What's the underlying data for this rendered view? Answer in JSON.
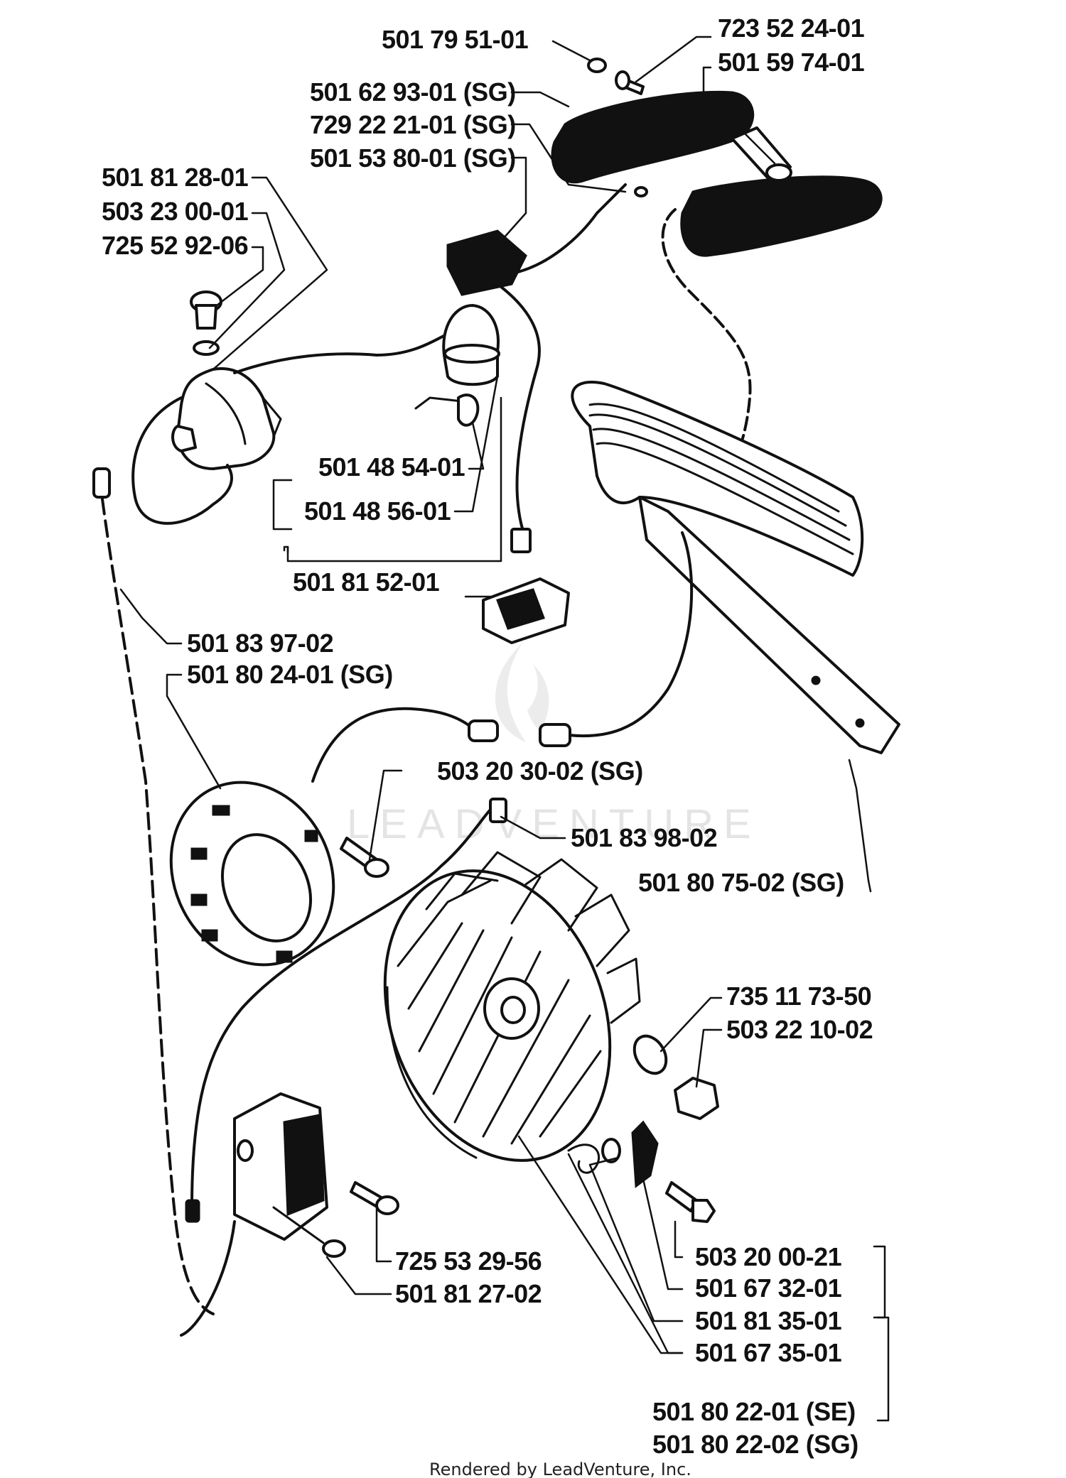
{
  "parts": [
    {
      "id": "p01",
      "number": "501 79 51-01"
    },
    {
      "id": "p02",
      "number": "723 52 24-01"
    },
    {
      "id": "p03",
      "number": "501 59 74-01"
    },
    {
      "id": "p04",
      "number": "501 62 93-01 (SG)"
    },
    {
      "id": "p05",
      "number": "729 22 21-01 (SG)"
    },
    {
      "id": "p06",
      "number": "501 53 80-01 (SG)"
    },
    {
      "id": "p07",
      "number": "501 81 28-01"
    },
    {
      "id": "p08",
      "number": "503 23 00-01"
    },
    {
      "id": "p09",
      "number": "725 52 92-06"
    },
    {
      "id": "p10",
      "number": "501 48 54-01"
    },
    {
      "id": "p11",
      "number": "501 48 56-01"
    },
    {
      "id": "p12",
      "number": "501 81 52-01"
    },
    {
      "id": "p13",
      "number": "501 83 97-02"
    },
    {
      "id": "p14",
      "number": "501 80 24-01 (SG)"
    },
    {
      "id": "p15",
      "number": "503 20 30-02 (SG)"
    },
    {
      "id": "p16",
      "number": "501 83 98-02"
    },
    {
      "id": "p17",
      "number": "501 80 75-02 (SG)"
    },
    {
      "id": "p18",
      "number": "735 11 73-50"
    },
    {
      "id": "p19",
      "number": "503 22 10-02"
    },
    {
      "id": "p20",
      "number": "725 53 29-56"
    },
    {
      "id": "p21",
      "number": "501 81 27-02"
    },
    {
      "id": "p22",
      "number": "503 20 00-21"
    },
    {
      "id": "p23",
      "number": "501 67 32-01"
    },
    {
      "id": "p24",
      "number": "501 81 35-01"
    },
    {
      "id": "p25",
      "number": "501 67 35-01"
    },
    {
      "id": "p26",
      "number": "501 80 22-01 (SE)"
    },
    {
      "id": "p27",
      "number": "501 80 22-02 (SG)"
    }
  ],
  "footer": {
    "credit": "Rendered by LeadVenture, Inc."
  },
  "watermark": {
    "text": "LEADVENTURE"
  }
}
